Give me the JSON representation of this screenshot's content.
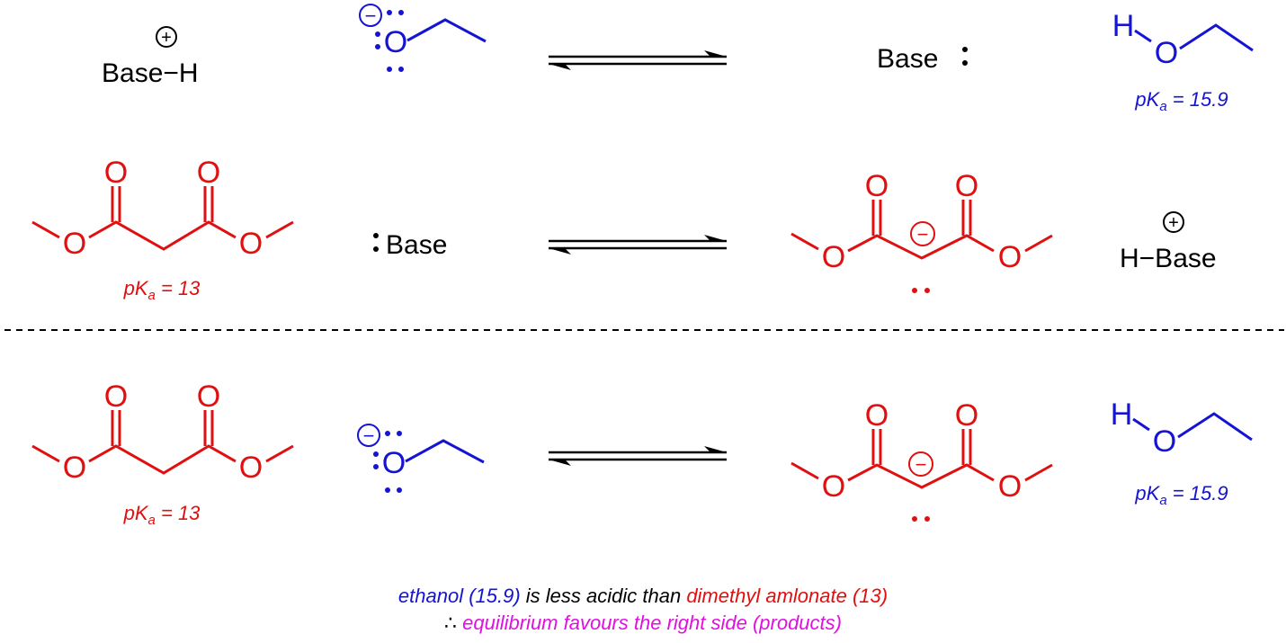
{
  "colors": {
    "ethoxide": "#1414d2",
    "malonate": "#e01010",
    "conclusion": "#e010e0",
    "text": "#000000"
  },
  "atoms": {
    "oxygen": "O",
    "hydrogen": "H"
  },
  "charges": {
    "plus": "+",
    "minus": "−"
  },
  "lone_pair_icon": "lone-pair-dots",
  "row1": {
    "reactant_1": "Base−H",
    "product_1": "Base",
    "product_2_pka": "15.9"
  },
  "row2": {
    "reactant_1_pka": "13",
    "reactant_2": "Base",
    "product_2": "H−Base"
  },
  "row3": {
    "reactant_1_pka": "13",
    "product_2_pka": "15.9"
  },
  "pka_label": {
    "prefix": "p",
    "k": "K",
    "sub": "a",
    "eq": " = "
  },
  "conclusion": {
    "part1": "ethanol (15.9)",
    "part2": " is less acidic than ",
    "part3": "dimethyl amlonate (13)",
    "therefore": "∴ ",
    "part4": "equilibrium favours the right side (products)"
  }
}
